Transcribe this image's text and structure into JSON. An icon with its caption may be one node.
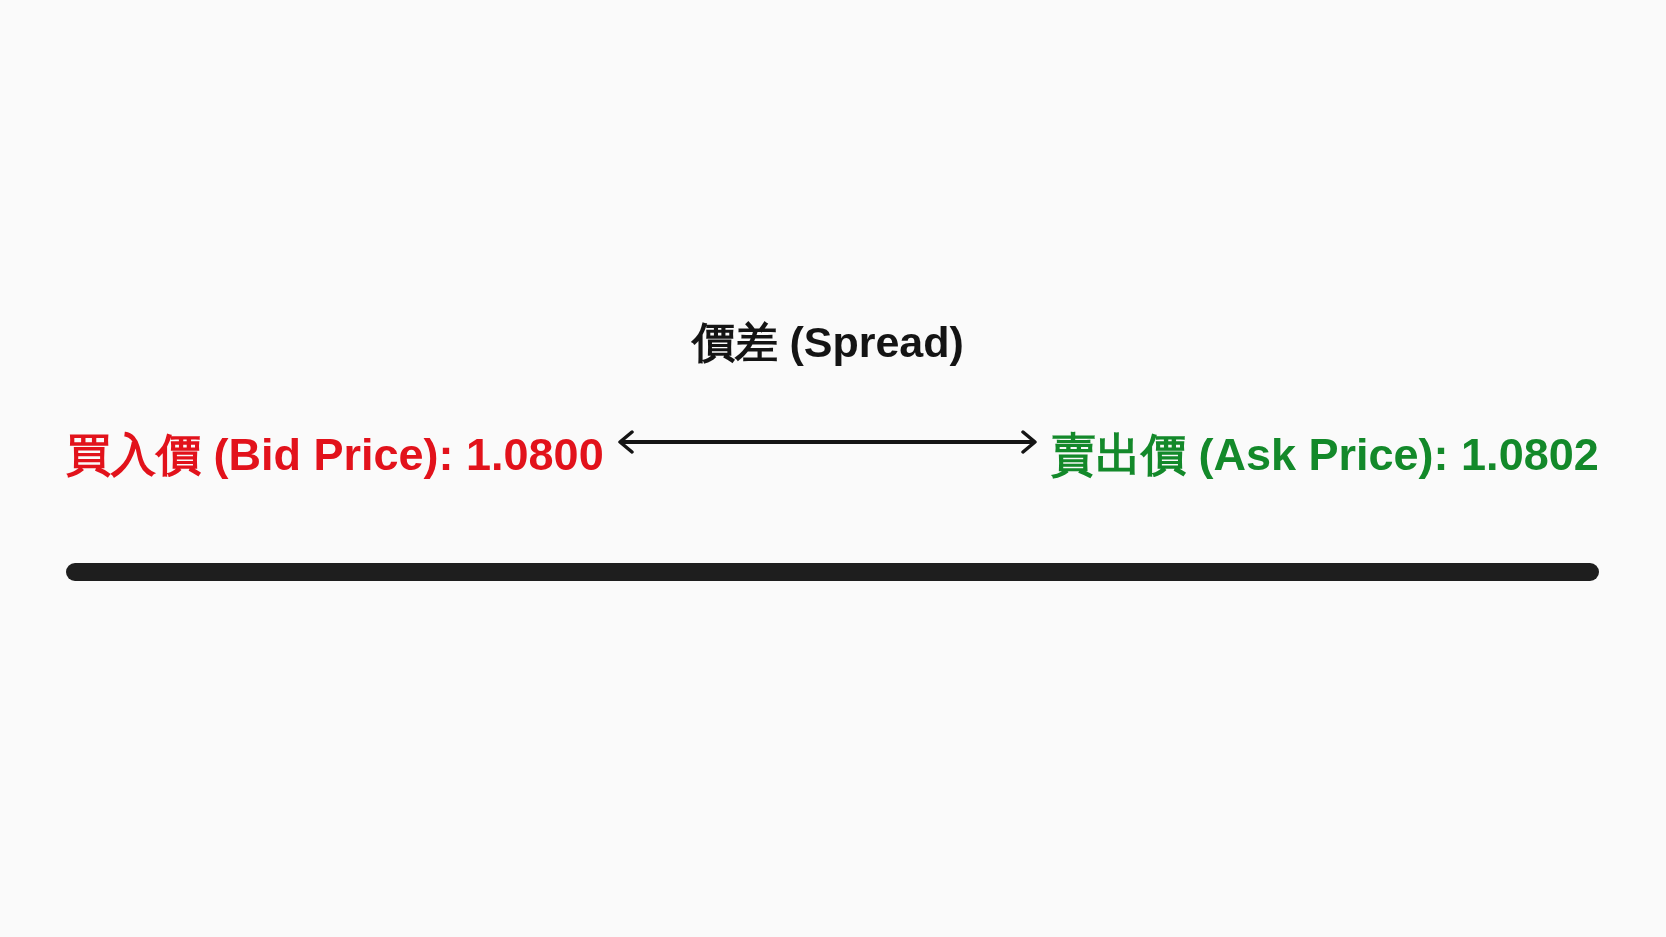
{
  "diagram": {
    "nodes": [
      {
        "text": [
          "買入價 (Bid Price): 1.0800"
        ]
      },
      {
        "text": [
          "賣出價 (Ask Price): 1.0802"
        ]
      },
      {
        "text": [],
        "shape": "bar"
      }
    ],
    "edges": [
      {
        "from": 0,
        "to": 1,
        "arrow": "both",
        "label": "價差 (Spread)"
      }
    ]
  }
}
